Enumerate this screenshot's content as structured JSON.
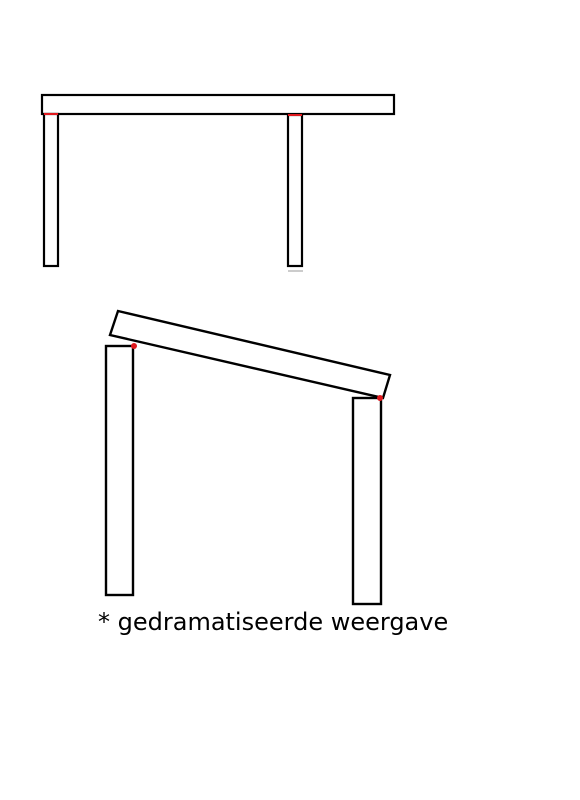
{
  "caption": "* gedramatiseerde weergave",
  "colors": {
    "outline": "#000000",
    "fill": "#ffffff",
    "contact_point": "#e0191e",
    "background": "#ffffff"
  },
  "figures": [
    {
      "name": "table-level",
      "state": "level tabletop resting on two legs"
    },
    {
      "name": "table-tilted",
      "state": "tabletop tilted, resting on leg tops at contact points"
    }
  ]
}
